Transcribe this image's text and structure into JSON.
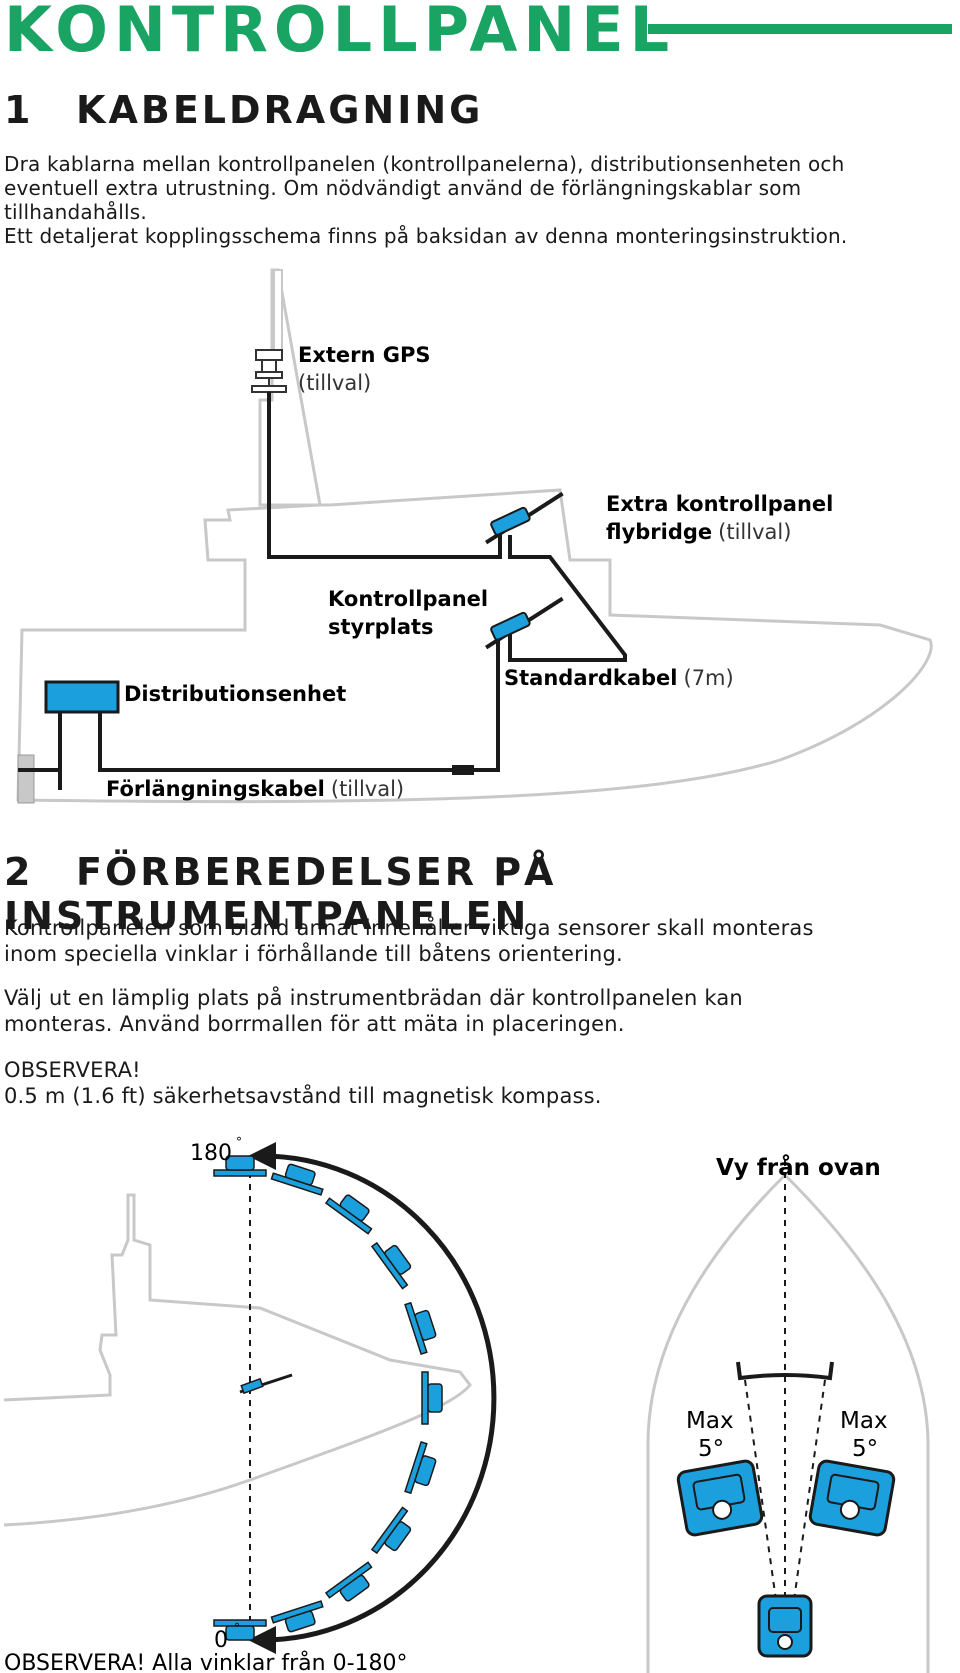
{
  "header": {
    "title": "KONTROLLPANEL"
  },
  "section1": {
    "number": "1",
    "title": "KABELDRAGNING",
    "lines": [
      "Dra kablarna mellan kontrollpanelen (kontrollpanelerna), distributionsenheten och",
      "eventuell extra utrustning. Om nödvändigt använd de förlängningskablar som",
      "tillhandahålls.",
      "Ett detaljerat kopplingsschema finns på baksidan av denna monteringsinstruktion."
    ]
  },
  "diagram1": {
    "gps_label": "Extern GPS",
    "gps_note": "(tillval)",
    "extra_label_1": "Extra kontrollpanel",
    "extra_label_2": "flybridge",
    "extra_note": "(tillval)",
    "helm_label_1": "Kontrollpanel",
    "helm_label_2": "styrplats",
    "dist_label": "Distributionsenhet",
    "std_label": "Standardkabel",
    "std_note": "(7m)",
    "ext_label": "Förlängningskabel",
    "ext_note": "(tillval)",
    "accent_color": "#1c9fdd",
    "hull_color": "#c8c8c8"
  },
  "section2": {
    "number": "2",
    "title": "FÖRBEREDELSER PÅ INSTRUMENTPANELEN",
    "para1": [
      "Kontrollpanelen som bland annat innehåller viktiga sensorer skall monteras",
      "inom speciella vinklar i förhållande till båtens orientering."
    ],
    "para2": [
      "Välj ut en lämplig plats på instrumentbrädan där kontrollpanelen kan",
      "monteras. Använd borrmallen för att mäta in placeringen."
    ],
    "note_title": "OBSERVERA!",
    "note_text": "0.5 m (1.6 ft) säkerhetsavstånd till magnetisk kompass."
  },
  "diagram2": {
    "angle_top": "180",
    "angle_bottom": "0",
    "view_label": "Vy från ovan",
    "max_label": "Max",
    "max_value": "5°",
    "footer_note": "OBSERVERA! Alla vinklar från 0-180°"
  }
}
